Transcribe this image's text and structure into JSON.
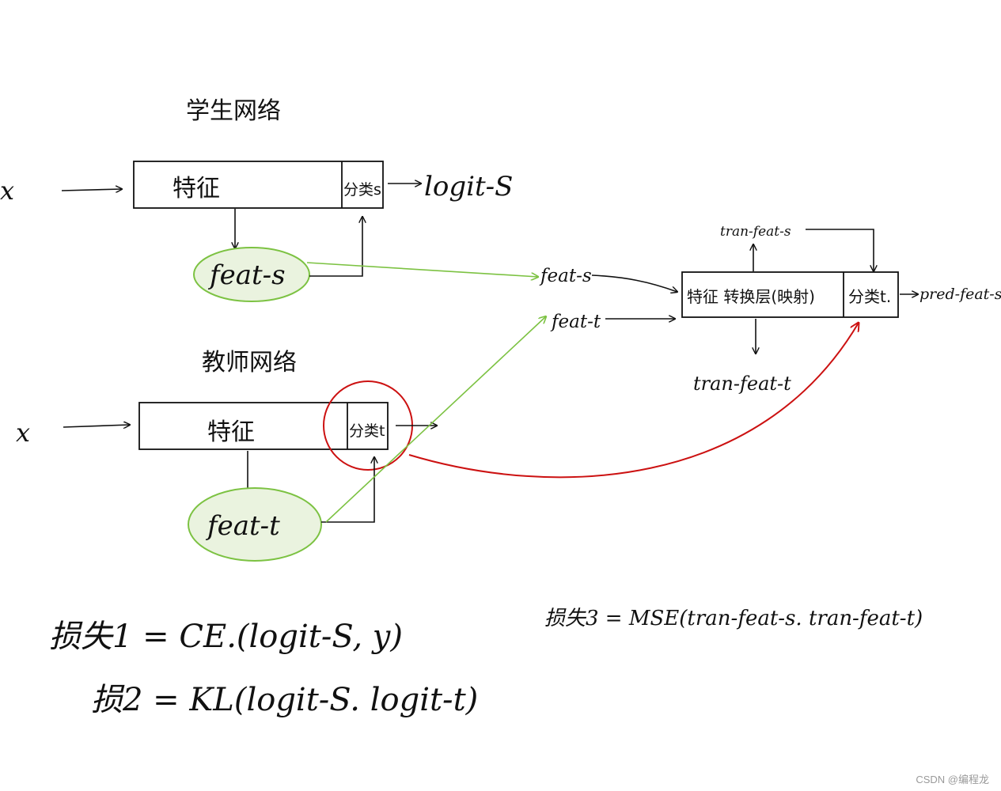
{
  "colors": {
    "ink": "#111111",
    "green": "#7cc242",
    "green_fill": "#eaf3df",
    "red": "#cc1111"
  },
  "student": {
    "title": "学生网络",
    "input": "x",
    "feature_label": "特征",
    "classifier_label": "分类s",
    "output": "logit-S",
    "feat": "feat-s"
  },
  "teacher": {
    "title": "教师网络",
    "input": "x",
    "feature_label": "特征",
    "classifier_label": "分类t",
    "feat": "feat-t"
  },
  "transform": {
    "in_s": "feat-s",
    "in_t": "feat-t",
    "block_label": "特征 转换层(映射)",
    "classifier_label": "分类t.",
    "out_top": "tran-feat-s",
    "out_bottom": "tran-feat-t",
    "pred": "pred-feat-s"
  },
  "losses": {
    "loss1": "损失1 = CE.(logit-S, y)",
    "loss2": "损2 = KL(logit-S. logit-t)",
    "loss3": "损失3 = MSE(tran-feat-s. tran-feat-t)"
  },
  "watermark": "CSDN @编程龙"
}
